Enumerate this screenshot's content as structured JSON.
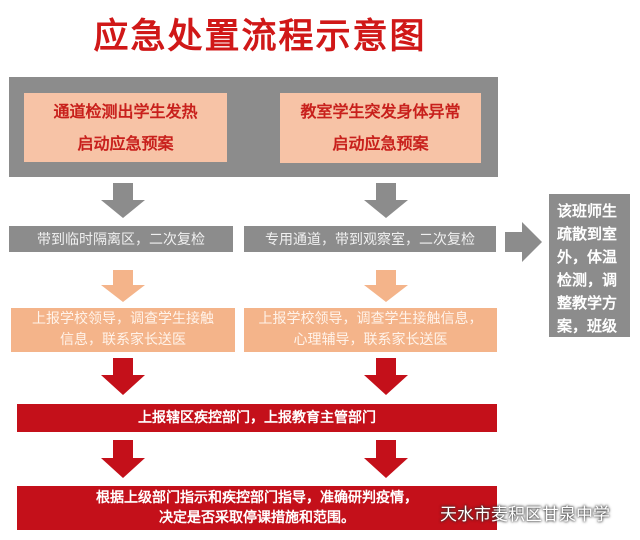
{
  "title": "应急处置流程示意图",
  "start": {
    "left": [
      "通道检测出学生发热",
      "启动应急预案"
    ],
    "right": [
      "教室学生突发身体异常",
      "启动应急预案"
    ]
  },
  "step2": {
    "left": "带到临时隔离区，二次复检",
    "right": "专用通道，带到观察室，二次复检"
  },
  "side_note": "该班师生疏散到室外，体温检测，调整教学方案，班级全面消毒",
  "step3": {
    "left": [
      "上报学校领导，调查学生接触",
      "信息，联系家长送医"
    ],
    "right": [
      "上报学校领导，调查学生接触信息，",
      "心理辅导，联系家长送医"
    ]
  },
  "step4": "上报辖区疾控部门，上报教育主管部门",
  "step5": [
    "根据上级部门指示和疾控部门指导，准确研判疫情，",
    "决定是否采取停课措施和范围。"
  ],
  "watermark": "天水市麦积区甘泉中学",
  "colors": {
    "red": "#c4101a",
    "gray": "#8c8c8c",
    "salmon": "#f4b48a",
    "title": "#d01818"
  }
}
